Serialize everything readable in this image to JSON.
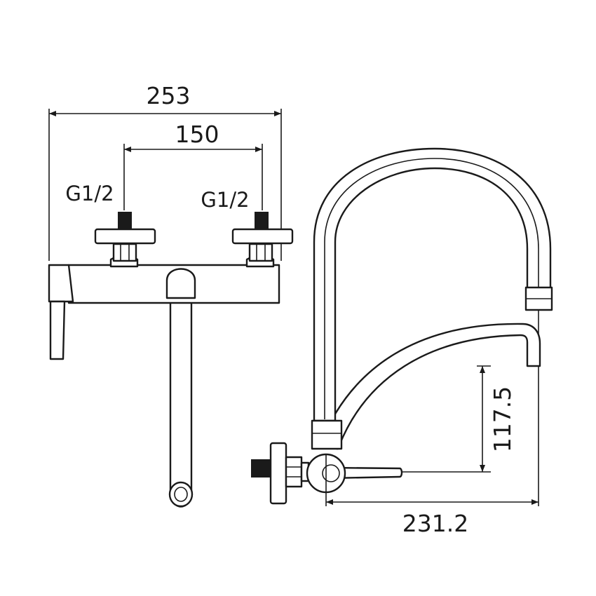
{
  "diagram": {
    "dimensions": {
      "overall_width": "253",
      "inlet_spacing": "150",
      "spout_height": "117.5",
      "spout_reach": "231.2"
    },
    "labels": {
      "left_inlet": "G1/2",
      "right_inlet": "G1/2"
    },
    "colors": {
      "line": "#1a1a1a",
      "background": "#ffffff"
    }
  }
}
